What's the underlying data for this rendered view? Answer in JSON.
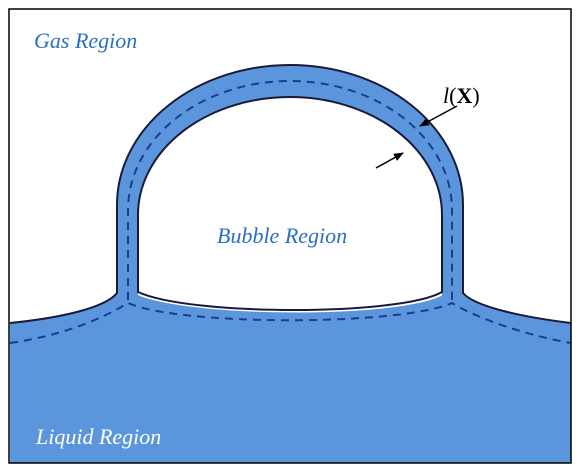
{
  "labels": {
    "gas_region": "Gas Region",
    "bubble_region": "Bubble Region",
    "liquid_region": "Liquid Region",
    "thickness": {
      "italic_part": "l",
      "open_paren": "(",
      "bold_part": "X",
      "close_paren": ")"
    }
  },
  "colors": {
    "fluid_fill": "#5b96dc",
    "label_blue": "#2c6fc0",
    "liquid_label": "#ffffff",
    "outline": "#1a1a3a",
    "dashed_line": "#1c3d8f",
    "background": "#ffffff"
  }
}
